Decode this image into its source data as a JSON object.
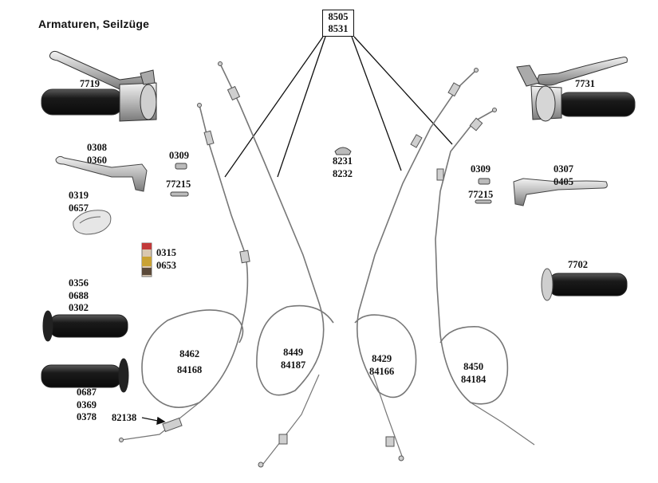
{
  "title": "Armaturen, Seilzüge",
  "callout": {
    "line1": "8505",
    "line2": "8531"
  },
  "parts": {
    "lever_assembly_left": "7719",
    "lever_assembly_right": "7731",
    "lever_left": [
      "0308",
      "0360"
    ],
    "lever_right": [
      "0307",
      "0405"
    ],
    "screw_left": "0309",
    "pin_left": "77215",
    "screw_right": "0309",
    "pin_right": "77215",
    "cover": [
      "0319",
      "0657"
    ],
    "reflector": [
      "0315",
      "0653"
    ],
    "grip_left_top": [
      "0356",
      "0688",
      "0302"
    ],
    "grip_left_bottom": [
      "0687",
      "0369",
      "0378"
    ],
    "grip_right": "7702",
    "nipple": [
      "8231",
      "8232"
    ],
    "cable_1": [
      "8462",
      "84168"
    ],
    "cable_2": [
      "8449",
      "84187"
    ],
    "cable_3": [
      "8429",
      "84166"
    ],
    "cable_4": [
      "8450",
      "84184"
    ],
    "adjuster": "82138"
  }
}
